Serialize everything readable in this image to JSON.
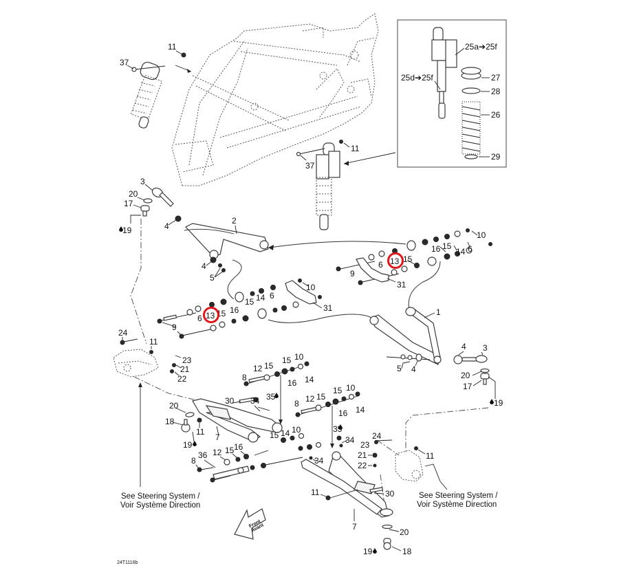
{
  "diagram": {
    "title": "Rear / front suspension exploded parts diagram",
    "reference_code": "24T1116b",
    "highlight_color": "#e0161b",
    "highlighted_part": "13",
    "inset_labels": {
      "shock_body": "25a➔25f",
      "shock_rod": "25d➔25f",
      "bump_stop": "27",
      "spring_seat": "28",
      "spring": "26",
      "retainer": "29"
    },
    "shock_left": {
      "bolt": "37",
      "nut": "11"
    },
    "shock_right": {
      "bolt": "37",
      "nut": "11"
    },
    "upper_left": {
      "ball_joint_end": "3",
      "o_ring": "20",
      "ball_joint": "17",
      "grease": "19",
      "nut_a": "4",
      "nut_b": "4",
      "washers": "5",
      "a_arm": "2"
    },
    "upper_mid": {
      "highlight": "13",
      "spacer6": "6",
      "bushing15": "15",
      "bushing16": "16",
      "washer14": "14",
      "spacer6b": "6",
      "bushing15b": "15",
      "nut10": "10",
      "bracket31": "31",
      "bolt9": "9"
    },
    "upper_right": {
      "highlight": "13",
      "spacer6": "6",
      "bushing15": "15",
      "bushing16": "16",
      "washer14": "14",
      "spacer6b": "6",
      "bushing15b": "15",
      "nut10": "10",
      "bracket31": "31",
      "bolt9": "9",
      "a_arm": "1",
      "nut4a": "4",
      "nut4b": "4",
      "washers5": "5",
      "ball_joint_end": "3",
      "o_ring": "20",
      "ball_joint": "17",
      "grease": "19"
    },
    "knuckle_left": {
      "bolt24": "24",
      "nut11": "11",
      "pin23": "23",
      "nut21": "21",
      "washer22": "22"
    },
    "lower_mid": {
      "bolt8a": "8",
      "bush12a": "12",
      "b15a": "15",
      "b15b": "15",
      "nut10a": "10",
      "b16a": "16",
      "w14a": "14",
      "bolt8b": "8",
      "bush12b": "12",
      "b15c": "15",
      "b15d": "15",
      "nut10b": "10",
      "b16b": "16",
      "w14b": "14"
    },
    "lower_left": {
      "o_ring20": "20",
      "bolt30": "30",
      "fitting34": "34",
      "grease35": "35",
      "ball18": "18",
      "nut11": "11",
      "arm7": "7",
      "grease19": "19",
      "nut10": "10",
      "w14": "14",
      "b15": "15",
      "bolt36": "36",
      "bush12": "12",
      "b15b": "15",
      "b16": "16",
      "bolt8": "8",
      "fitting34b": "34"
    },
    "lower_right": {
      "grease35": "35",
      "fitting34": "34",
      "bolt24": "24",
      "pin23": "23",
      "nut21": "21",
      "washer22": "22",
      "nut11a": "11",
      "nut11b": "11",
      "bolt30": "30",
      "arm7": "7",
      "o_ring20": "20",
      "grease19": "19",
      "ball18": "18"
    },
    "notes": {
      "left_line1": "See Steering System /",
      "left_line2": "Voir Système Direction",
      "right_line1": "See Steering System /",
      "right_line2": "Voir Système Direction"
    },
    "front_arrow": {
      "line1": "Front",
      "line2": "Avant"
    }
  }
}
